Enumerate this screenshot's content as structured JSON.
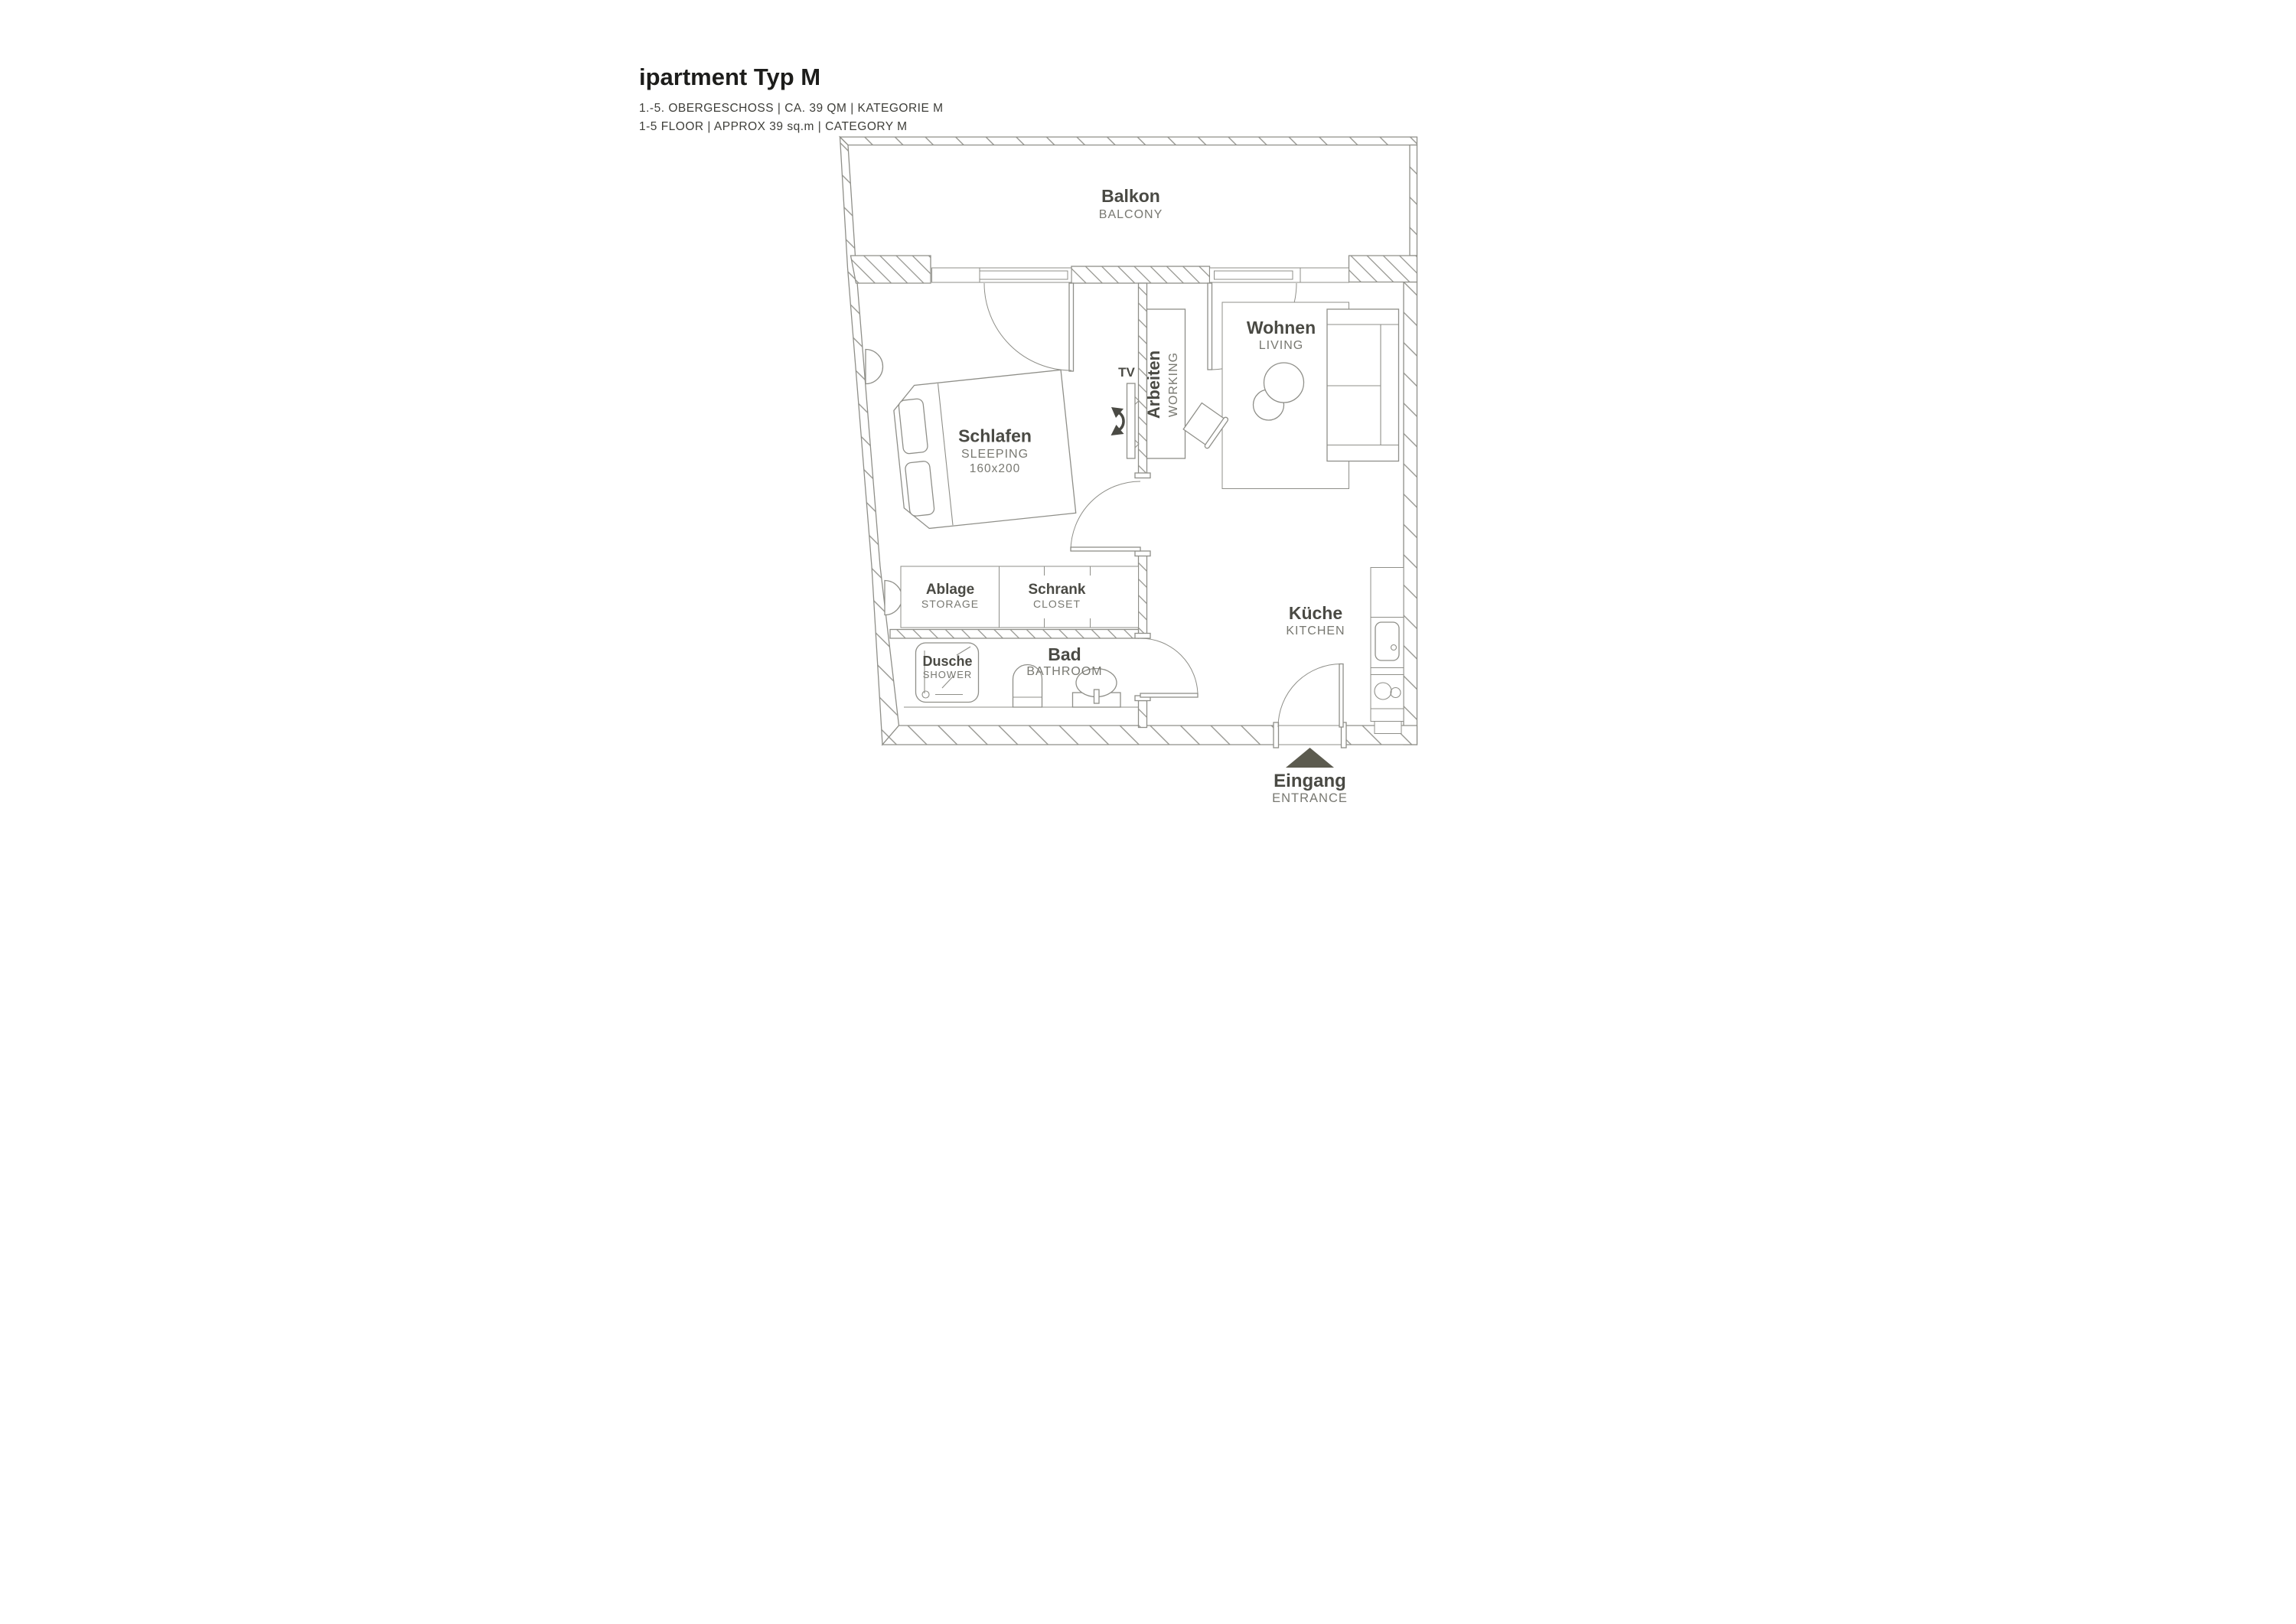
{
  "header": {
    "title": "ipartment Typ M",
    "subtitle_de": "1.-5. OBERGESCHOSS | CA. 39 QM | KATEGORIE M",
    "subtitle_en": "1-5 FLOOR | APPROX 39 sq.m | CATEGORY M"
  },
  "rooms": {
    "balcony": {
      "de": "Balkon",
      "en": "BALCONY"
    },
    "sleeping": {
      "de": "Schlafen",
      "en": "SLEEPING",
      "size": "160x200"
    },
    "working": {
      "de": "Arbeiten",
      "en": "WORKING"
    },
    "living": {
      "de": "Wohnen",
      "en": "LIVING"
    },
    "storage": {
      "de": "Ablage",
      "en": "STORAGE"
    },
    "closet": {
      "de": "Schrank",
      "en": "CLOSET"
    },
    "bathroom": {
      "de": "Bad",
      "en": "BATHROOM"
    },
    "shower": {
      "de": "Dusche",
      "en": "SHOWER"
    },
    "kitchen": {
      "de": "Küche",
      "en": "KITCHEN"
    },
    "entrance": {
      "de": "Eingang",
      "en": "ENTRANCE"
    }
  },
  "labels": {
    "tv": "TV"
  },
  "colors": {
    "wall_line": "#8f8f89",
    "furniture_line": "#8f8f89",
    "label_dark": "#4a4a44",
    "label_light": "#787871",
    "title": "#1d1d1b",
    "subtitle": "#3e3e39",
    "accent_triangle": "#5c5b4f",
    "background": "#ffffff"
  }
}
